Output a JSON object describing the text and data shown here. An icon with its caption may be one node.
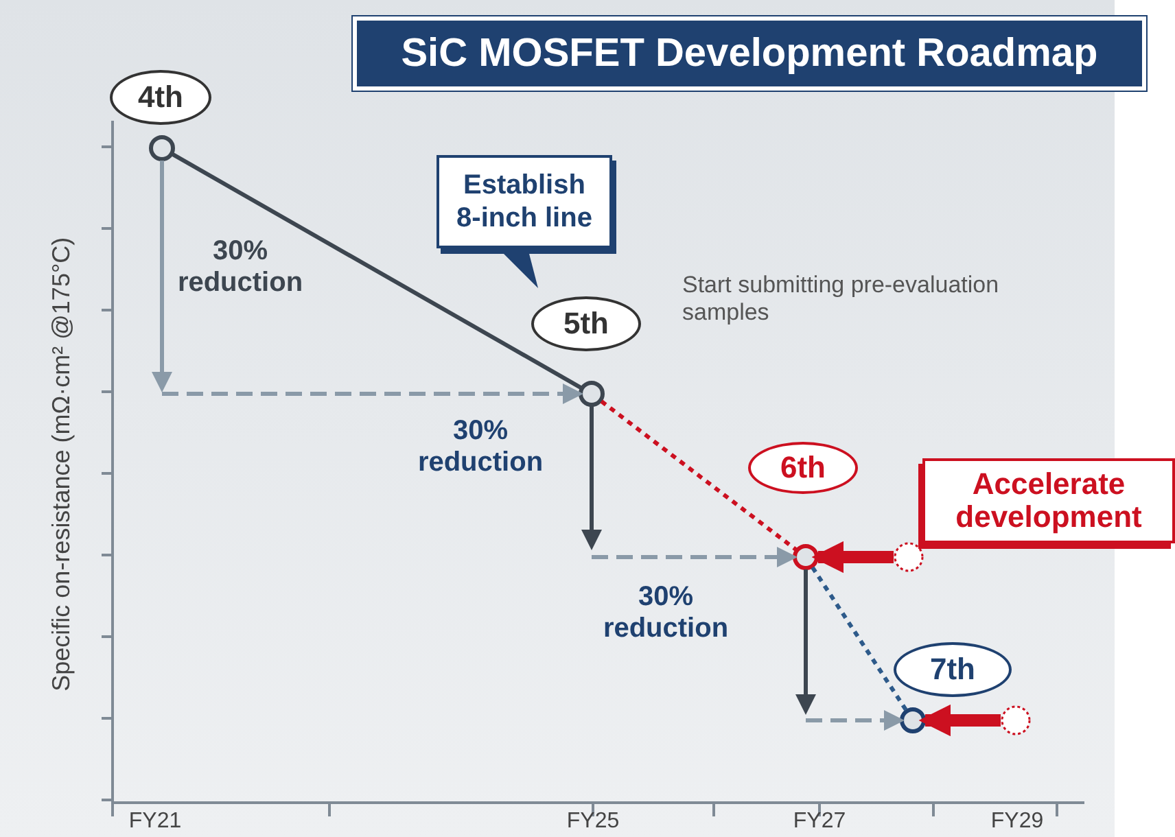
{
  "diagram": {
    "title": "SiC MOSFET Development Roadmap",
    "nodes": [
      {
        "text": [
          "4th"
        ]
      },
      {
        "text": [
          "Establish 8-inch line"
        ]
      },
      {
        "text": [
          "5th"
        ]
      },
      {
        "text": [
          "6th"
        ]
      },
      {
        "text": [
          "Accelerate development"
        ]
      },
      {
        "text": [
          "7th"
        ]
      },
      {
        "text": [],
        "shape": "circle"
      },
      {
        "text": [],
        "shape": "circle"
      },
      {
        "text": [],
        "shape": "circle"
      },
      {
        "text": [],
        "shape": "circle"
      },
      {
        "text": [],
        "shape": "circle"
      },
      {
        "text": [],
        "shape": "circle"
      }
    ],
    "edges": [
      {
        "from": 6,
        "to": 7,
        "arrow": "none",
        "color": "#3d4650"
      },
      {
        "from": 7,
        "to": 8,
        "arrow": "none",
        "style": "dashed",
        "color": "#cc1020"
      },
      {
        "from": 8,
        "to": 9,
        "arrow": "none",
        "style": "dashed",
        "color": "#2d5a8a"
      },
      {
        "from": 6,
        "to": null,
        "arrow": "to",
        "color": "#8a9aa8"
      },
      {
        "from": null,
        "to": 7,
        "arrow": "to",
        "style": "dashed",
        "color": "#8a9aa8"
      },
      {
        "from": 7,
        "to": null,
        "arrow": "to",
        "color": "#3d4650"
      },
      {
        "from": null,
        "to": 8,
        "arrow": "to",
        "style": "dashed",
        "color": "#8a9aa8"
      },
      {
        "from": 8,
        "to": null,
        "arrow": "to",
        "color": "#3d4650"
      },
      {
        "from": null,
        "to": 9,
        "arrow": "to",
        "style": "dashed",
        "color": "#8a9aa8"
      },
      {
        "from": 10,
        "to": 8,
        "arrow": "to",
        "style": "thick",
        "color": "#cc1020"
      },
      {
        "from": 11,
        "to": 9,
        "arrow": "to",
        "style": "thick",
        "color": "#cc1020"
      }
    ],
    "labels": [
      "30% reduction",
      "Start submitting pre-evaluation samples",
      "30% reduction",
      "30% reduction",
      "Specific on-resistance (mΩ·cm² @175°C)",
      "FY21",
      "FY25",
      "FY27",
      "FY29"
    ]
  }
}
